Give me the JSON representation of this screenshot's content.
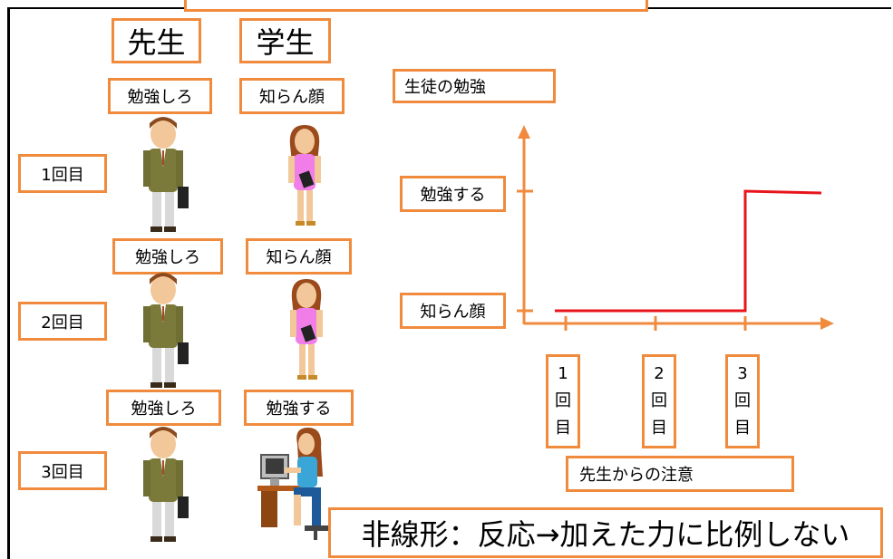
{
  "headers": {
    "teacher": "先生",
    "student": "学生"
  },
  "rows": [
    {
      "label": "1回目",
      "teacher_says": "勉強しろ",
      "student_reacts": "知らん顔"
    },
    {
      "label": "2回目",
      "teacher_says": "勉強しろ",
      "student_reacts": "知らん顔"
    },
    {
      "label": "3回目",
      "teacher_says": "勉強しろ",
      "student_reacts": "勉強する"
    }
  ],
  "graph": {
    "y_title": "生徒の勉強",
    "y_levels": [
      "知らん顔",
      "勉強する"
    ],
    "x_ticks": [
      {
        "chars": [
          "1",
          "回",
          "目"
        ]
      },
      {
        "chars": [
          "2",
          "回",
          "目"
        ]
      },
      {
        "chars": [
          "3",
          "回",
          "目"
        ]
      }
    ],
    "x_title": "先生からの注意",
    "line_color": "#e8141b",
    "axis_color": "#f08b3e"
  },
  "caption": "非線形：反応→加えた力に比例しない",
  "colors": {
    "border": "#f08b3e"
  },
  "chart_data": {
    "type": "line",
    "categories": [
      "1回目",
      "2回目",
      "3回目"
    ],
    "y_levels": [
      "知らん顔",
      "勉強する"
    ],
    "series": [
      {
        "values": [
          "知らん顔",
          "知らん顔",
          "勉強する"
        ]
      }
    ],
    "xlabel": "先生からの注意",
    "ylabel": "生徒の勉強"
  }
}
